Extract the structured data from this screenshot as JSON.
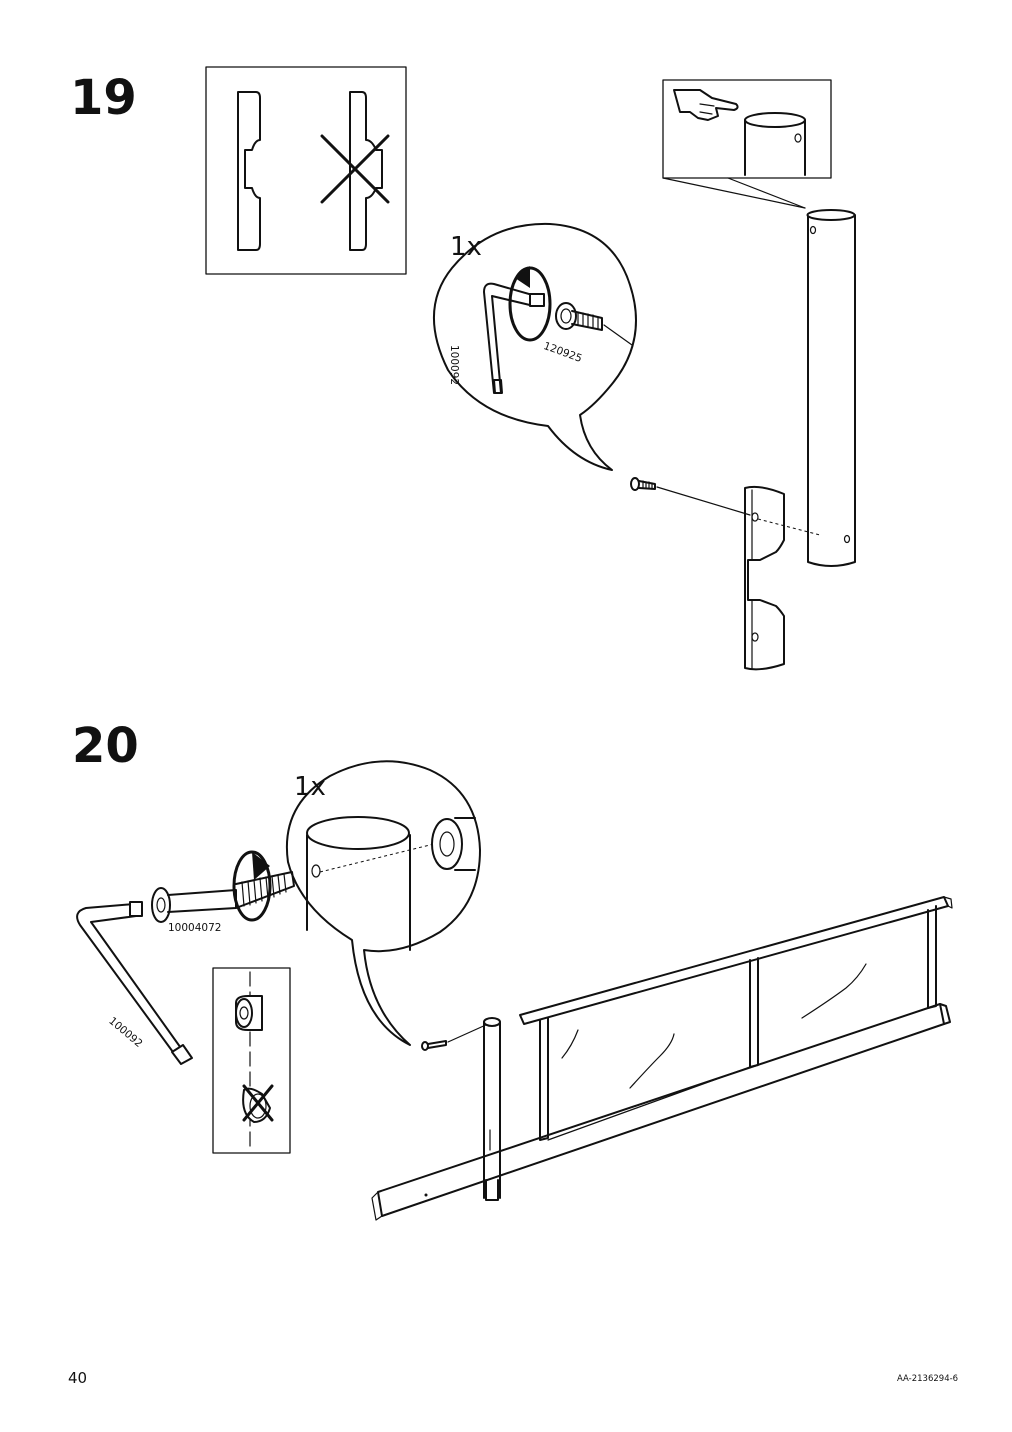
{
  "steps": [
    {
      "number": "19",
      "quantity": "1x",
      "parts": {
        "key": "100092",
        "screw": "120925"
      }
    },
    {
      "number": "20",
      "quantity": "1x",
      "parts": {
        "bolt": "10004072",
        "key": "100092"
      }
    }
  ],
  "footer": {
    "page_number": "40",
    "document_code": "AA-2136294-6"
  },
  "icons": [
    "bracket-orientation-correct-icon",
    "bracket-orientation-wrong-icon",
    "finger-point-hole-icon",
    "allen-key-icon",
    "rotate-arrow-icon",
    "screw-icon",
    "bolt-icon",
    "bolt-orientation-correct-icon",
    "bolt-orientation-wrong-icon"
  ]
}
